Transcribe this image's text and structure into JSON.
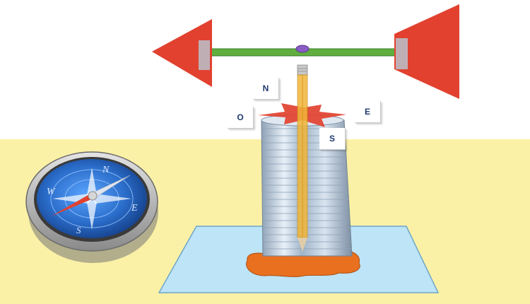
{
  "labels": {
    "north": "N",
    "west": "O",
    "east": "E",
    "south": "S"
  },
  "compass": {
    "north": "N",
    "west": "W",
    "east": "E",
    "south": "S"
  },
  "colors": {
    "ground": "#fbf1a6",
    "sheet": "#bde4f7",
    "vane_red": "#e2412f",
    "rod_green": "#5fae3f",
    "pencil": "#f2b63a",
    "clay": "#e8701f",
    "compass_blue": "#2a6cc9",
    "label_text": "#1f3a70"
  }
}
